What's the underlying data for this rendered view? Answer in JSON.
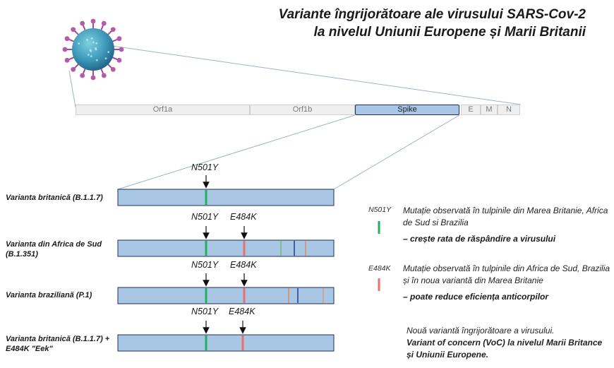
{
  "title": {
    "line1": "Variante îngrijorătoare ale virusului SARS-Cov-2",
    "line2": "la nivelul Uniunii Europene și Marii Britanii"
  },
  "genome": {
    "segments": [
      "Orf1a",
      "Orf1b",
      "Spike",
      "E",
      "M",
      "N"
    ]
  },
  "variants": [
    {
      "label": "Varianta britanică (B.1.1.7)",
      "mutations": [
        "N501Y"
      ]
    },
    {
      "label": "Varianta din Africa de Sud (B.1.351)",
      "mutations": [
        "N501Y",
        "E484K"
      ]
    },
    {
      "label": "Varianta braziliană (P.1)",
      "mutations": [
        "N501Y",
        "E484K"
      ]
    },
    {
      "label": "Varianta britanică (B.1.1.7) + E484K \"Eek\"",
      "mutations": [
        "N501Y",
        "E484K"
      ]
    }
  ],
  "legend": [
    {
      "code": "N501Y",
      "color": "#22b05a",
      "text": "Mutație observată în tulpinile din Marea Britanie, Africa de Sud si Brazilia",
      "effect": "– crește rata de răspândire a virusului"
    },
    {
      "code": "E484K",
      "color": "#e8716e",
      "text": "Mutație observată în tulpinile din Africa de Sud, Brazilia și în noua variantă din Marea Britanie",
      "effect": "– poate reduce eficiența anticorpilor"
    }
  ],
  "note": {
    "line1": "Nouă variantă îngrijorătoare a virusului.",
    "line2": "Variant of concern (VoC) la nivelul Marii Britance și Uniunii Europene."
  },
  "colors": {
    "bar_fill": "#a9c6e4",
    "bar_border": "#1f2f5c",
    "n501y": "#22b05a",
    "e484k": "#e8716e"
  }
}
